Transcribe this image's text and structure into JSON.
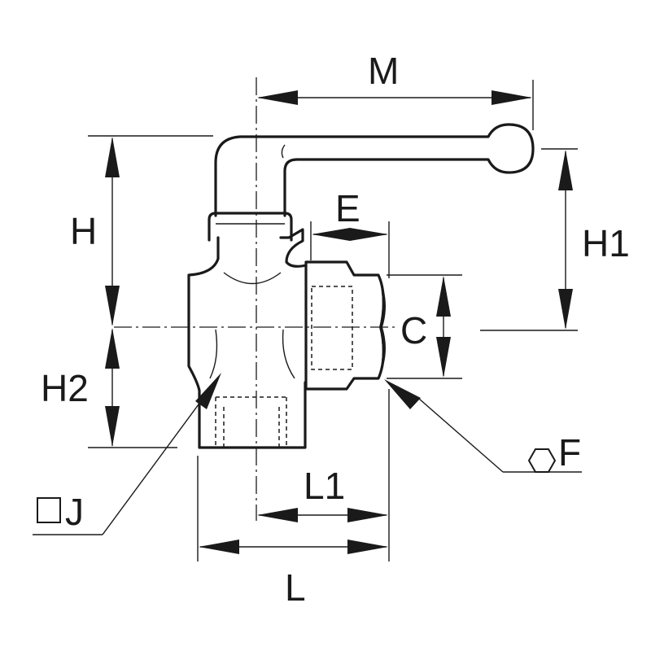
{
  "labels": {
    "M": "M",
    "E": "E",
    "H": "H",
    "H1": "H1",
    "C": "C",
    "H2": "H2",
    "F": "F",
    "J": "J",
    "L1": "L1",
    "L": "L"
  },
  "icons": {
    "hex": "hexagon-icon",
    "square": "square-icon"
  },
  "colors": {
    "line": "#1a1a1a",
    "background": "#ffffff"
  }
}
